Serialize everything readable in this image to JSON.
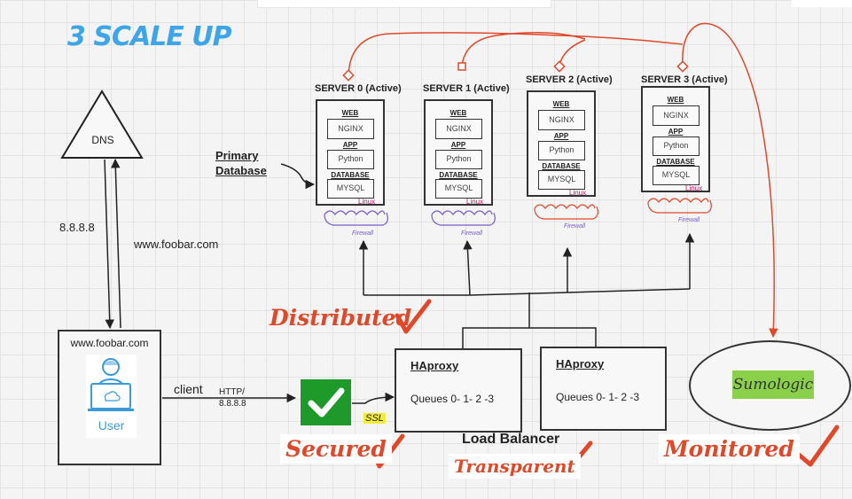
{
  "title": "3 SCALE UP",
  "dns": {
    "label": "DNS",
    "ip": "8.8.8.8",
    "domain": "www.foobar.com"
  },
  "user": {
    "domain": "www.foobar.com",
    "label": "User"
  },
  "client": {
    "label": "client",
    "protocol_line1": "HTTP/",
    "protocol_line2": "8.8.8.8"
  },
  "ssl": "SSL",
  "primary_db": {
    "line1": "Primary",
    "line2": "Database"
  },
  "servers": [
    {
      "title": "SERVER 0 (Active)",
      "web": "WEB",
      "web_value": "NGINX",
      "app": "APP",
      "app_value": "Python",
      "db": "DATABASE",
      "db_value": "MYSQL",
      "os": "Linux",
      "firewall": "Firewall"
    },
    {
      "title": "SERVER 1 (Active)",
      "web": "WEB",
      "web_value": "NGINX",
      "app": "APP",
      "app_value": "Python",
      "db": "DATABASE",
      "db_value": "MYSQL",
      "os": "Linux",
      "firewall": "Firewall"
    },
    {
      "title": "SERVER 2 (Active)",
      "web": "WEB",
      "web_value": "NGINX",
      "app": "APP",
      "app_value": "Python",
      "db": "DATABASE",
      "db_value": "MYSQL",
      "os": "Linux",
      "firewall": "Firewall"
    },
    {
      "title": "SERVER 3 (Active)",
      "web": "WEB",
      "web_value": "NGINX",
      "app": "APP",
      "app_value": "Python",
      "db": "DATABASE",
      "db_value": "MYSQL",
      "os": "Linux",
      "firewall": "Firewall"
    }
  ],
  "load_balancers": [
    {
      "title": "HAproxy",
      "queues": "Queues  0- 1- 2 -3"
    },
    {
      "title": "HAproxy",
      "queues": "Queues  0- 1- 2 -3"
    }
  ],
  "load_balancer_caption": "Load Balancer",
  "monitoring": {
    "label": "Sumologic"
  },
  "stamps": {
    "distributed": "Distributed",
    "secured": "Secured",
    "transparent": "Transparent",
    "monitored": "Monitored"
  },
  "colors": {
    "title": "#3ea5e8",
    "stamp": "#e0482a",
    "check_bg": "#1e9a2a",
    "ssl_bg": "#f2ec3a",
    "sumologic_bg": "#8bd04a",
    "linux": "#d01060",
    "firewall": "#7a5cc8"
  }
}
